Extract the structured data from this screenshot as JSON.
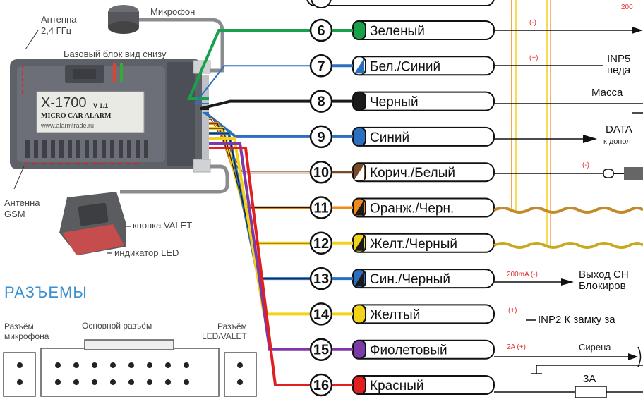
{
  "top_labels": {
    "microphone": "Микрофон",
    "antenna_24": "Антенна\n2,4 ГГц",
    "base_block": "Базовый блок вид снизу",
    "antenna_gsm": "Антенна\nGSM",
    "valet_button": "кнопка VALET",
    "led_indicator": "индикатор LED"
  },
  "device": {
    "model": "X-1700",
    "version": "V 1.1",
    "brand": "MICRO CAR ALARM",
    "website": "www.alarmtrade.ru"
  },
  "connectors": {
    "title": "РАЗЪЕМЫ",
    "mic": "Разъём\nмикрофона",
    "main": "Основной разъём",
    "led": "Разъём\nLED/VALET"
  },
  "wires": [
    {
      "num": "6",
      "name": "Зеленый",
      "color": "#1aa04a",
      "stripe": null
    },
    {
      "num": "7",
      "name": "Бел./Синий",
      "color": "#ffffff",
      "stripe": "#2b6fc0"
    },
    {
      "num": "8",
      "name": "Черный",
      "color": "#1a1a1a",
      "stripe": null
    },
    {
      "num": "9",
      "name": "Синий",
      "color": "#2b6fc0",
      "stripe": null
    },
    {
      "num": "10",
      "name": "Корич./Белый",
      "color": "#7a4a26",
      "stripe": "#ffffff"
    },
    {
      "num": "11",
      "name": "Оранж./Черн.",
      "color": "#f08a1c",
      "stripe": "#1a1a1a"
    },
    {
      "num": "12",
      "name": "Желт./Черный",
      "color": "#f3d21a",
      "stripe": "#1a1a1a"
    },
    {
      "num": "13",
      "name": "Син./Черный",
      "color": "#2b6fc0",
      "stripe": "#1a1a1a"
    },
    {
      "num": "14",
      "name": "Желтый",
      "color": "#f3d21a",
      "stripe": null
    },
    {
      "num": "15",
      "name": "Фиолетовый",
      "color": "#7b3aa8",
      "stripe": null
    },
    {
      "num": "16",
      "name": "Красный",
      "color": "#e02020",
      "stripe": null
    }
  ],
  "right": {
    "w6_minus": "(-)",
    "w7_plus": "(+)",
    "inp5": "INP5",
    "inp5_sub": "педа",
    "mass": "Масса",
    "data": "DATA",
    "data_sub": "к допол",
    "w10_minus": "(-)",
    "w13_current": "200mA (-)",
    "w13_out1": "Выход СН",
    "w13_out2": "Блокиров",
    "w14_plus": "(+)",
    "inp2": "INP2  К замку за",
    "w15_current": "2A (+)",
    "siren": "Сирена",
    "fuse": "3A",
    "top_partial": "200"
  }
}
